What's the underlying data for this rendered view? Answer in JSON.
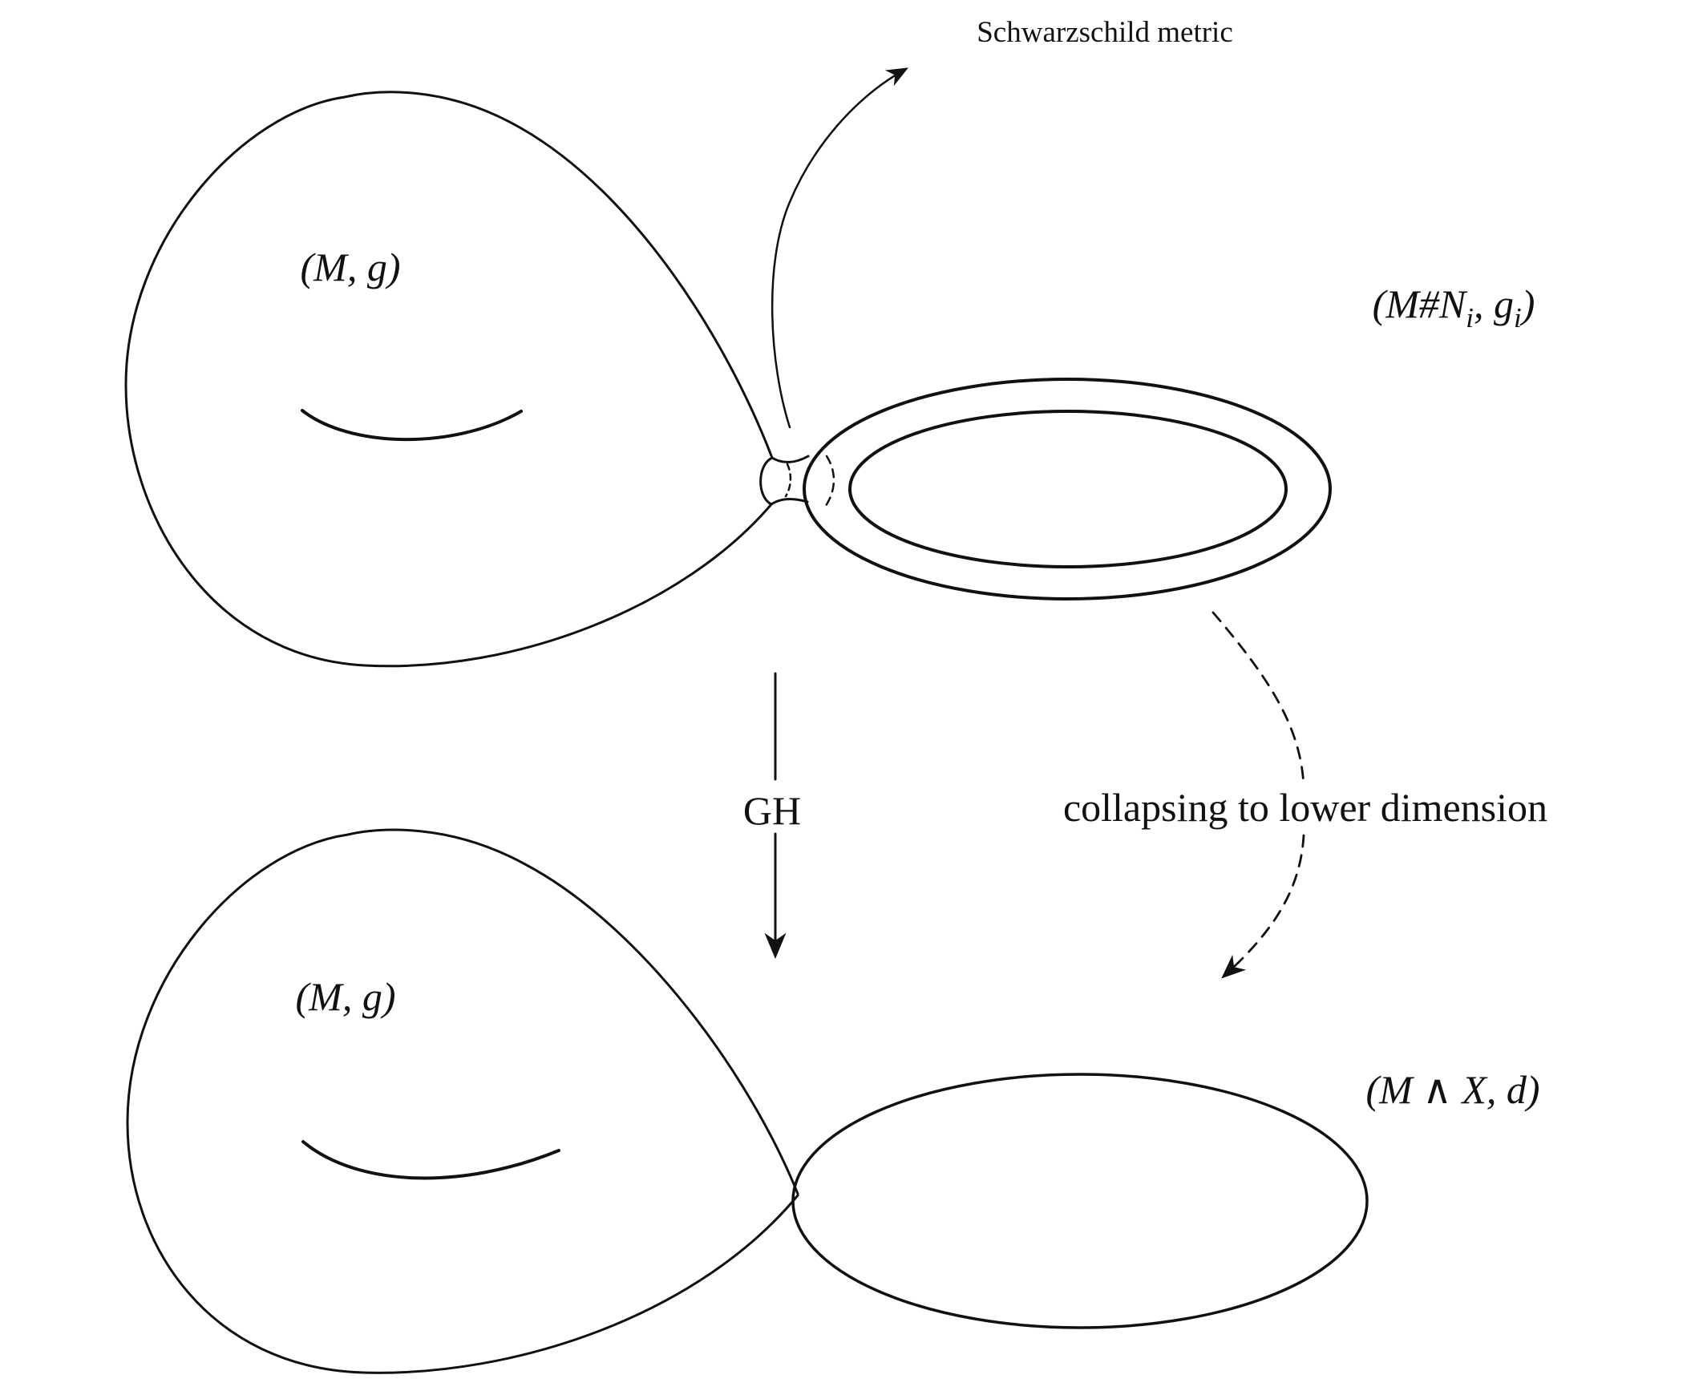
{
  "colors": {
    "ink": "#111111",
    "background": "#ffffff"
  },
  "labels": {
    "schwarzschild": "Schwarzschild metric",
    "top_left_manifold": "(M, g)",
    "bottom_left_manifold": "(M, g)",
    "gh": "GH",
    "collapsing": "collapsing to lower dimension",
    "connected_sum": {
      "p1": "(M#N",
      "s1": "i",
      "p2": ", g",
      "s2": "i",
      "p3": ")"
    },
    "limit_space": "(M ∧ X, d)"
  }
}
